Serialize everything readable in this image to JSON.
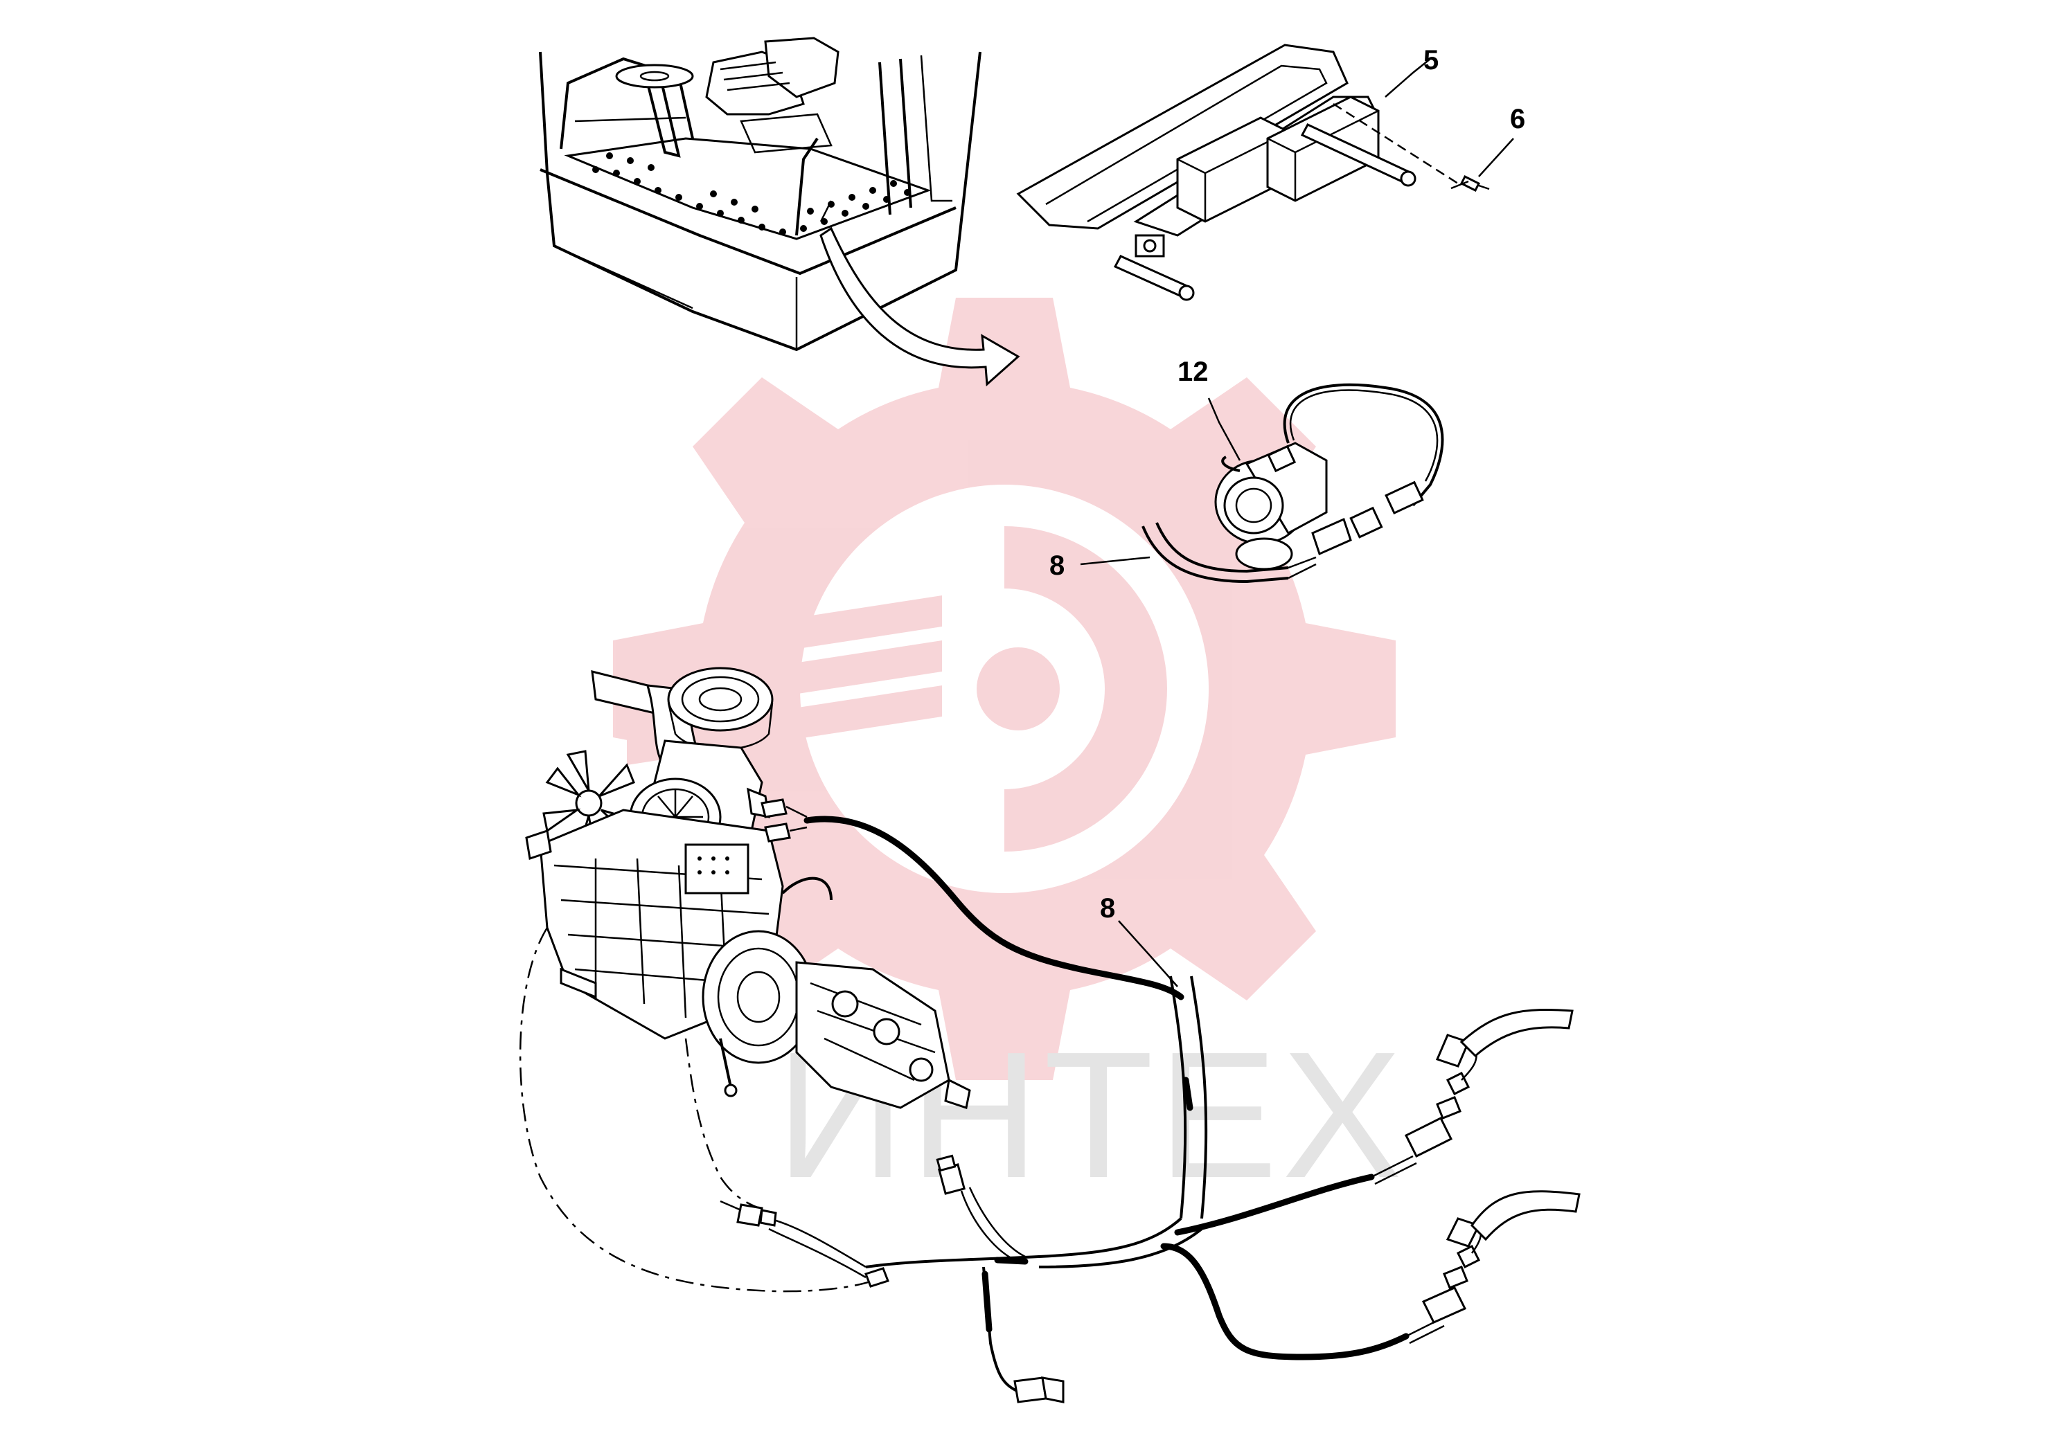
{
  "diagram": {
    "callouts": {
      "c5": "5",
      "c6": "6",
      "c12": "12",
      "c8_upper": "8",
      "c8_lower": "8"
    },
    "watermark": {
      "text": "ИНТЕХ",
      "gear_color": "#f5c8cc",
      "text_color": "#e4e4e4"
    },
    "colors": {
      "line": "#000000",
      "background": "#ffffff"
    },
    "icons": {
      "watermark_logo": "gear-wrench-logo",
      "pointer": "curved-arrow"
    }
  }
}
